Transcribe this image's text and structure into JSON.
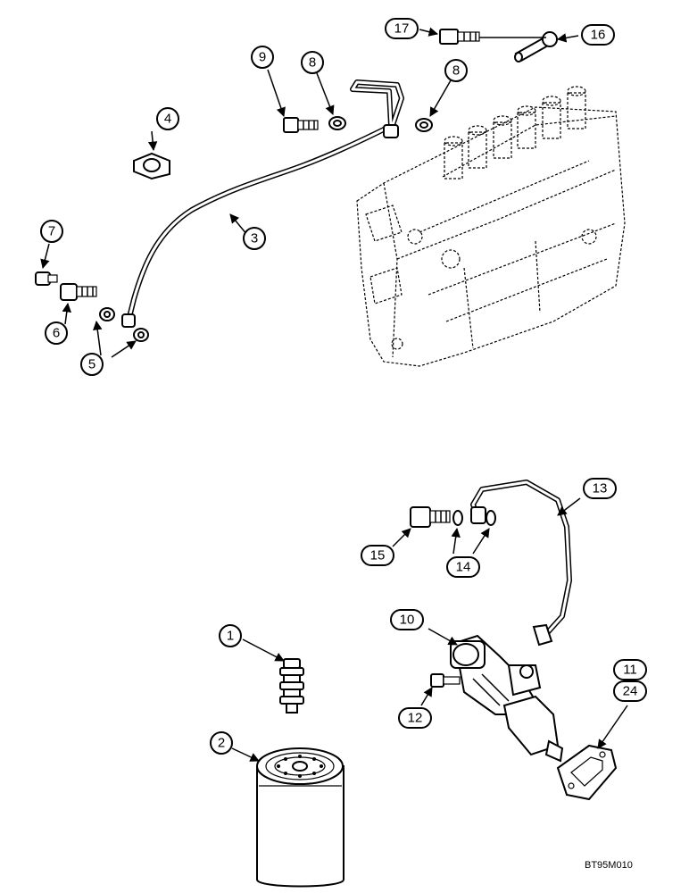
{
  "callouts": {
    "c1": "1",
    "c2": "2",
    "c3": "3",
    "c4": "4",
    "c5": "5",
    "c6": "6",
    "c7": "7",
    "c8a": "8",
    "c8b": "8",
    "c9": "9",
    "c10": "10",
    "c11": "11",
    "c24": "24",
    "c12": "12",
    "c13": "13",
    "c14": "14",
    "c15": "15",
    "c16": "16",
    "c17": "17"
  },
  "figure_id": "BT95M010"
}
